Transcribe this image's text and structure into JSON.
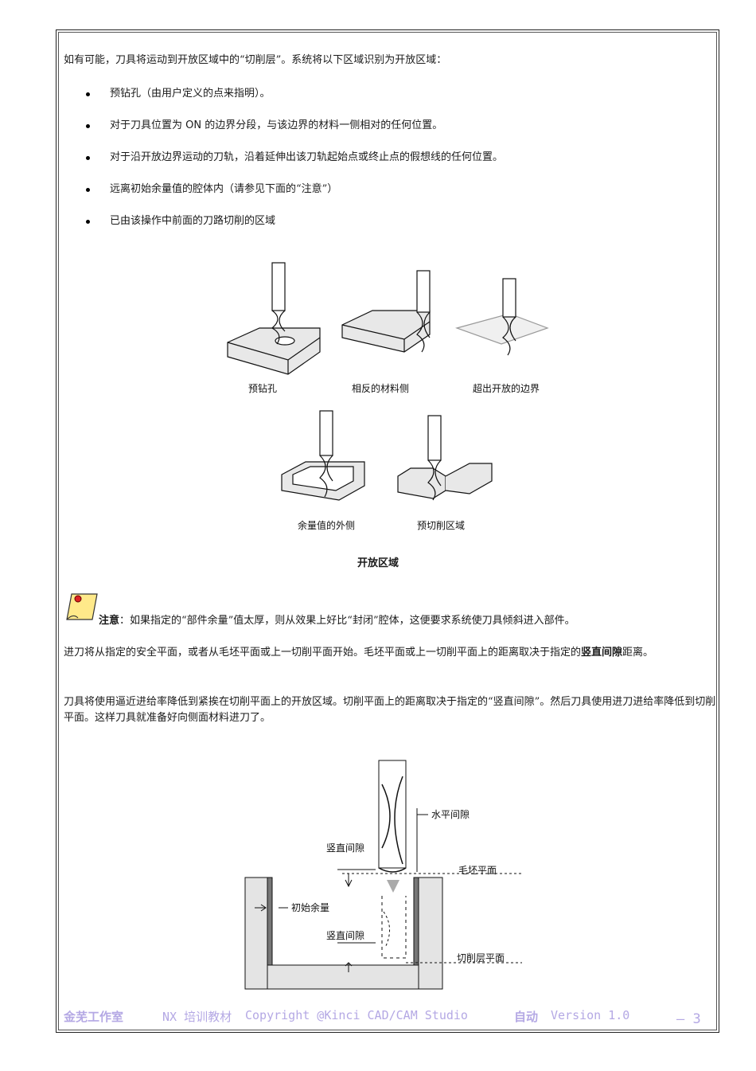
{
  "intro": "如有可能，刀具将运动到开放区域中的“切削层”。系统将以下区域识别为开放区域：",
  "bullets": [
    {
      "before": "预钻孔（由用户定义的点来指明）。",
      "bold": "",
      "after": ""
    },
    {
      "before": "对于刀具位置为 ",
      "bold": "ON",
      "after": " 的边界分段，与该边界的材料一侧相对的任何位置。"
    },
    {
      "before": "对于沿开放边界运动的刀轨，沿着延伸出该刀轨起始点或终止点的假想线的任何位置。",
      "bold": "",
      "after": ""
    },
    {
      "before": "远离初始余量值的腔体内（请参见下面的“注意”）",
      "bold": "",
      "after": ""
    },
    {
      "before": "已由该操作中前面的刀路切削的区域",
      "bold": "",
      "after": ""
    }
  ],
  "figure1": {
    "labels": [
      "预钻孔",
      "相反的材料侧",
      "超出开放的边界",
      "余量值的外侧",
      "预切削区域"
    ],
    "caption": "开放区域"
  },
  "note": {
    "label": "注意",
    "text": "：如果指定的“部件余量”值太厚，则从效果上好比“封闭”腔体，这便要求系统使刀具倾斜进入部件。"
  },
  "para1": {
    "before": "进刀将从指定的安全平面，或者从毛坯平面或上一切削平面开始。毛坯平面或上一切削平面上的距离取决于指定的",
    "bold": "竖直间隙",
    "after": "距离。"
  },
  "para2": "刀具将使用逼近进给率降低到紧挨在切削平面上的开放区域。切削平面上的距离取决于指定的“竖直间隙”。然后刀具使用进刀进给率降低到切削平面。这样刀具就准备好向侧面材料进刀了。",
  "figure2": {
    "labels": [
      "水平间隙",
      "竖直间隙",
      "毛坯平面",
      "初始余量",
      "竖直间隙",
      "切削层平面"
    ]
  },
  "footer": {
    "studio": "金芜工作室",
    "course": "NX 培训教材",
    "copyright": "Copyright @Kinci CAD/CAM Studio",
    "auto": "自动",
    "version": "Version 1.0",
    "page": "– 3"
  },
  "colors": {
    "footer": "#b4a8e4",
    "border": "#222222"
  }
}
